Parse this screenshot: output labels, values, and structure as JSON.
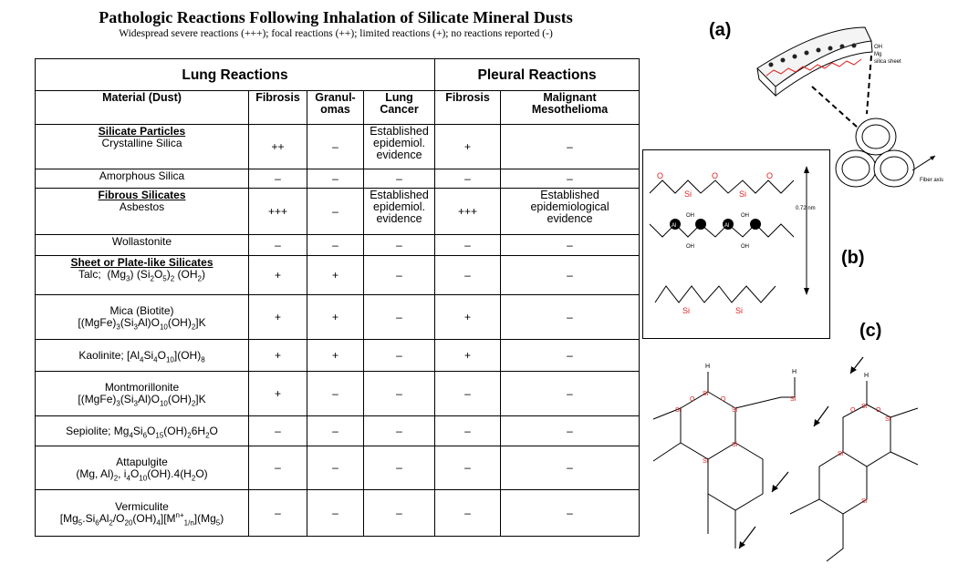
{
  "title": "Pathologic Reactions Following Inhalation of Silicate Mineral Dusts",
  "subtitle": "Widespread severe reactions (+++); focal reactions (++); limited reactions (+); no reactions reported (-)",
  "groups": {
    "lung": "Lung Reactions",
    "pleural": "Pleural Reactions"
  },
  "columns": {
    "material": "Material (Dust)",
    "lung_fibrosis": "Fibrosis",
    "granulomas_1": "Granul-",
    "granulomas_2": "omas",
    "lung_cancer_1": "Lung",
    "lung_cancer_2": "Cancer",
    "pleural_fibrosis": "Fibrosis",
    "mesothelioma_1": "Malignant",
    "mesothelioma_2": "Mesothelioma"
  },
  "sections": {
    "silicate": "Silicate Particles",
    "fibrous": "Fibrous Silicates",
    "sheet": "Sheet or Plate-like Silicates"
  },
  "rows": {
    "crystalline_silica": {
      "name": "Crystalline Silica",
      "fibrosis": "++",
      "granulomas": "–",
      "cancer_1": "Established",
      "cancer_2": "epidemiol.",
      "cancer_3": "evidence",
      "pleural": "+",
      "meso": "–"
    },
    "amorphous_silica": {
      "name": "Amorphous Silica",
      "fibrosis": "–",
      "granulomas": "–",
      "cancer": "–",
      "pleural": "–",
      "meso": "–"
    },
    "asbestos": {
      "name": "Asbestos",
      "fibrosis": "+++",
      "granulomas": "–",
      "cancer_1": "Established",
      "cancer_2": "epidemiol.",
      "cancer_3": "evidence",
      "pleural": "+++",
      "meso_1": "Established",
      "meso_2": "epidemiological",
      "meso_3": "evidence"
    },
    "wollastonite": {
      "name": "Wollastonite",
      "fibrosis": "–",
      "granulomas": "–",
      "cancer": "–",
      "pleural": "–",
      "meso": "–"
    },
    "talc": {
      "name": "Talc;",
      "formula_a": "(Mg",
      "s1": "3",
      "formula_b": ") (Si",
      "s2": "2",
      "formula_c": "O",
      "s3": "5",
      "formula_d": ")",
      "s4": "2",
      "formula_e": " (OH",
      "s5": "2",
      "formula_f": ")",
      "fibrosis": "+",
      "granulomas": "+",
      "cancer": "–",
      "pleural": "–",
      "meso": "–"
    },
    "mica": {
      "name": "Mica (Biotite)",
      "f_a": "[(MgFe)",
      "s1": "3",
      "f_b": "(Si",
      "s2": "3",
      "f_c": "Al)O",
      "s3": "10",
      "f_d": "(OH)",
      "s4": "2",
      "f_e": "]K",
      "fibrosis": "+",
      "granulomas": "+",
      "cancer": "–",
      "pleural": "+",
      "meso": "–"
    },
    "kaolinite": {
      "name": "Kaolinite; [Al",
      "s1": "4",
      "f_b": "Si",
      "s2": "4",
      "f_c": "O",
      "s3": "10",
      "f_d": "](OH)",
      "s4": "8",
      "fibrosis": "+",
      "granulomas": "+",
      "cancer": "–",
      "pleural": "+",
      "meso": "–"
    },
    "montmorillonite": {
      "name": "Montmorillonite",
      "f_a": "[(MgFe)",
      "s1": "3",
      "f_b": "(Si",
      "s2": "3",
      "f_c": "Al)O",
      "s3": "10",
      "f_d": "(OH)",
      "s4": "2",
      "f_e": "]K",
      "fibrosis": "+",
      "granulomas": "–",
      "cancer": "–",
      "pleural": "–",
      "meso": "–"
    },
    "sepiolite": {
      "name": "Sepiolite; Mg",
      "s1": "4",
      "f_b": "Si",
      "s2": "6",
      "f_c": "O",
      "s3": "15",
      "f_d": "(OH)",
      "s4": "2",
      "f_e": "6H",
      "s5": "2",
      "f_f": "O",
      "fibrosis": "–",
      "granulomas": "–",
      "cancer": "–",
      "pleural": "–",
      "meso": "–"
    },
    "attapulgite": {
      "name": "Attapulgite",
      "f_a": "(Mg, Al)",
      "s1": "2",
      "f_b": ", i",
      "s2": "4",
      "f_c": "O",
      "s3": "10",
      "f_d": "(OH).4(H",
      "s4": "2",
      "f_e": "O)",
      "fibrosis": "–",
      "granulomas": "–",
      "cancer": "–",
      "pleural": "–",
      "meso": "–"
    },
    "vermiculite": {
      "name": "Vermiculite",
      "f_a": "[Mg",
      "s1": "5",
      "f_b": ".Si",
      "s2": "6",
      "f_c": "Al",
      "s3": "2",
      "f_d": "/O",
      "s4": "20",
      "f_e": "(OH)",
      "s5": "4",
      "f_f": "][M",
      "sup1": "n+",
      "s6": "1/n",
      "f_g": "](Mg",
      "s7": "5",
      "f_h": ")",
      "fibrosis": "–",
      "granulomas": "–",
      "cancer": "–",
      "pleural": "–",
      "meso": "–"
    }
  },
  "figure": {
    "label_a": "(a)",
    "label_b": "(b)",
    "label_c": "(c)",
    "a_oh": "OH",
    "a_mg": "Mg",
    "a_silica": "silica sheet",
    "a_fiber_axis": "Fiber axis",
    "b_dim": "0.72 nm",
    "atoms": {
      "si": "Si",
      "o": "O",
      "al": "Al",
      "oh": "OH",
      "h": "H"
    }
  }
}
